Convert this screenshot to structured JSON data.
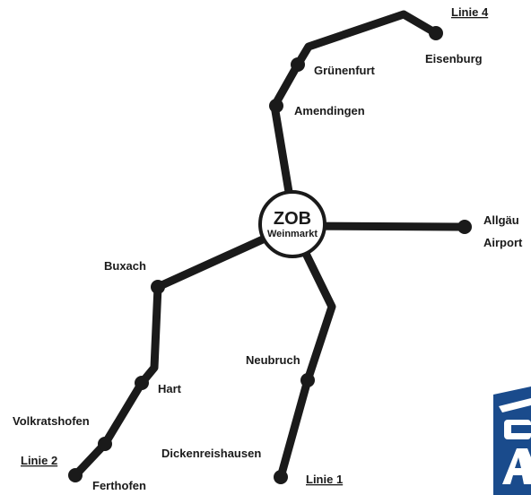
{
  "hub": {
    "name": "ZOB",
    "sub": "Weinmarkt"
  },
  "lines": [
    {
      "label": "Linie 4"
    },
    {
      "label": "Linie 2"
    },
    {
      "label": "Linie 1"
    }
  ],
  "stops": {
    "eisenburg": "Eisenburg",
    "gruenenfurt": "Grünenfurt",
    "amendingen": "Amendingen",
    "allgaeu_line1": "Allgäu",
    "allgaeu_line2": "Airport",
    "buxach": "Buxach",
    "hart": "Hart",
    "volkratshofen": "Volkratshofen",
    "ferthofen": "Ferthofen",
    "neubruch": "Neubruch",
    "dickenreishausen": "Dickenreishausen"
  },
  "colors": {
    "route": "#1a1a1a",
    "logo": "#1a4b8c"
  },
  "logo": {
    "icon": "bus-operator-logo"
  }
}
